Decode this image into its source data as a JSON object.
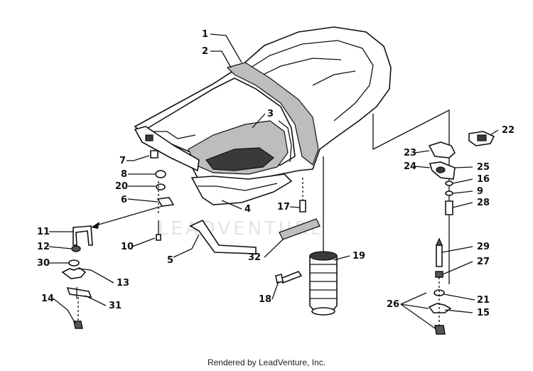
{
  "footer": {
    "text": "Rendered by LeadVenture, Inc."
  },
  "watermark": {
    "text": "LEADVENTURE"
  },
  "callouts": {
    "c1": "1",
    "c2": "2",
    "c3": "3",
    "c4": "4",
    "c5": "5",
    "c6": "6",
    "c7": "7",
    "c8": "8",
    "c9": "9",
    "c10": "10",
    "c11": "11",
    "c12": "12",
    "c13": "13",
    "c14": "14",
    "c15": "15",
    "c16": "16",
    "c17": "17",
    "c18": "18",
    "c19": "19",
    "c20": "20",
    "c21": "21",
    "c22": "22",
    "c23": "23",
    "c24": "24",
    "c25": "25",
    "c26": "26",
    "c27": "27",
    "c28": "28",
    "c29": "29",
    "c30": "30",
    "c31": "31",
    "c32": "32"
  }
}
